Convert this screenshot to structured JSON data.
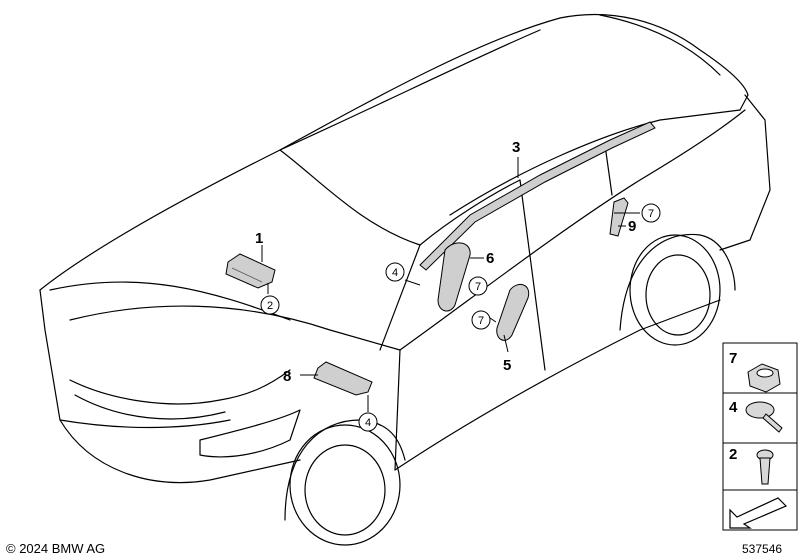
{
  "callouts": {
    "c1": "1",
    "c2": "2",
    "c3": "3",
    "c4a": "4",
    "c4b": "4",
    "c5": "5",
    "c6": "6",
    "c7a": "7",
    "c7b": "7",
    "c7c": "7",
    "c8": "8",
    "c9": "9"
  },
  "legend": {
    "item7": "7",
    "item4": "4",
    "item2": "2"
  },
  "footer": {
    "copyright": "© 2024 BMW AG",
    "doc_number": "537546"
  }
}
